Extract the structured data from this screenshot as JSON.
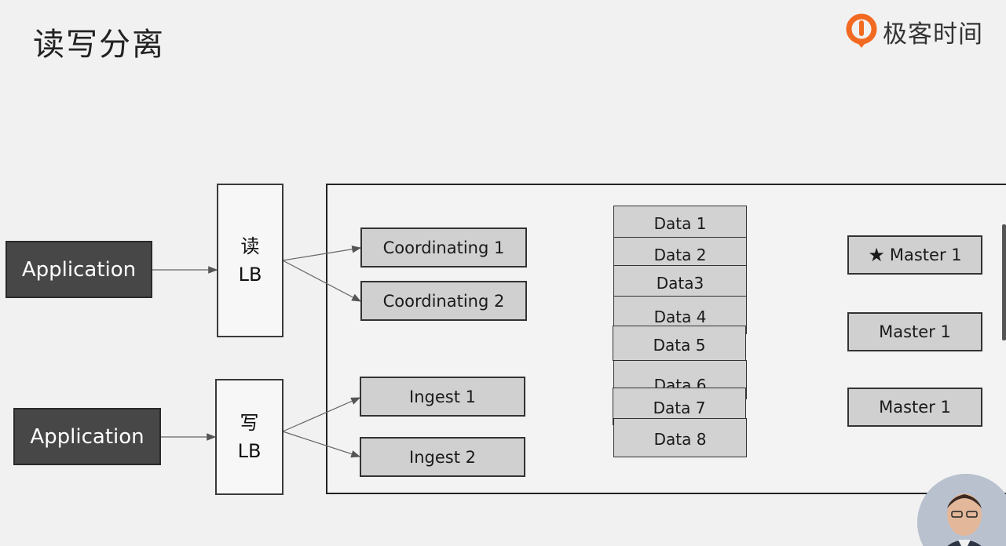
{
  "slide": {
    "title": "读写分离"
  },
  "brand": {
    "name": "极客时间",
    "accent": "#f26a21",
    "icon": "geektime-logo-icon"
  },
  "read_path": {
    "application": "Application",
    "lb_line1": "读",
    "lb_line2": "LB"
  },
  "write_path": {
    "application": "Application",
    "lb_line1": "写",
    "lb_line2": "LB"
  },
  "coordinating_nodes": [
    "Coordinating 1",
    "Coordinating 2"
  ],
  "ingest_nodes": [
    "Ingest 1",
    "Ingest 2"
  ],
  "data_nodes": [
    "Data 1",
    "Data 2",
    "Data3",
    "Data 4",
    "Data 5",
    "Data 6",
    "Data 7",
    "Data 8"
  ],
  "master_nodes": [
    "Master 1",
    "Master 1",
    "Master 1"
  ],
  "master_star_icon": "star-icon",
  "presenter_icon": "presenter-video-icon"
}
